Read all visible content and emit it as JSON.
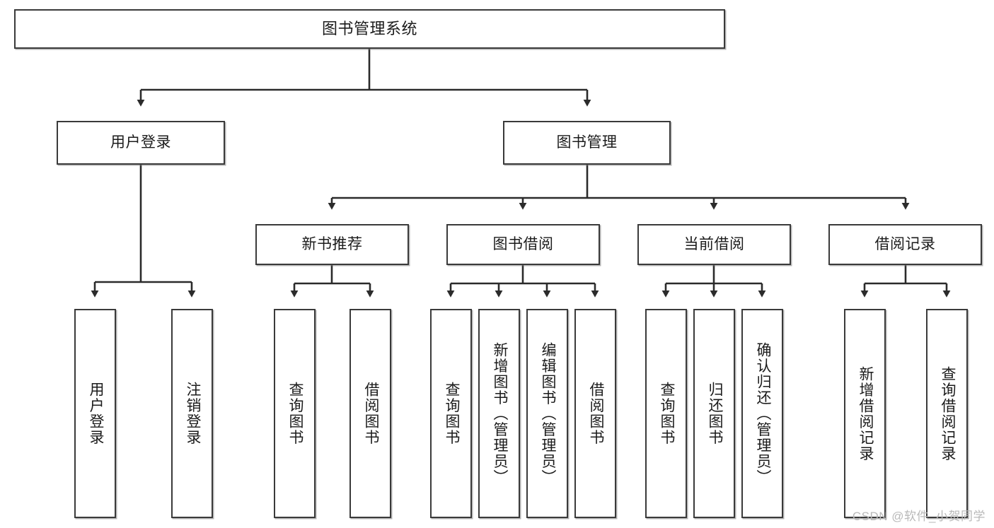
{
  "diagram": {
    "title": "图书管理系统",
    "watermark": "CSDN @软件_小贺同学",
    "style": {
      "box_border_color": "#3a3a3a",
      "box_fill_color": "#ffffff",
      "line_color": "#2b2b2b",
      "text_color": "#1b1b1b",
      "watermark_color": "#b9b9b9"
    },
    "nodes": {
      "root": {
        "label": "图书管理系统"
      },
      "level1": [
        {
          "label": "用户登录"
        },
        {
          "label": "图书管理"
        }
      ],
      "level2": [
        {
          "label": "新书推荐"
        },
        {
          "label": "图书借阅"
        },
        {
          "label": "当前借阅"
        },
        {
          "label": "借阅记录"
        }
      ],
      "leaves": {
        "user_login": [
          {
            "label": "用户登录"
          },
          {
            "label": "注销登录"
          }
        ],
        "new_book_recommend": [
          {
            "label": "查询图书"
          },
          {
            "label": "借阅图书"
          }
        ],
        "book_borrow": [
          {
            "label": "查询图书"
          },
          {
            "label": "新增图书（管理员）"
          },
          {
            "label": "编辑图书（管理员）"
          },
          {
            "label": "借阅图书"
          }
        ],
        "current_borrow": [
          {
            "label": "查询图书"
          },
          {
            "label": "归还图书"
          },
          {
            "label": "确认归还（管理员）"
          }
        ],
        "borrow_record": [
          {
            "label": "新增借阅记录"
          },
          {
            "label": "查询借阅记录"
          }
        ]
      }
    }
  }
}
